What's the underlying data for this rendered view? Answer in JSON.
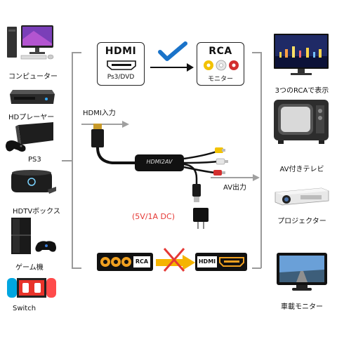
{
  "left_devices": [
    {
      "label": "コンピューター",
      "icon": "computer-icon"
    },
    {
      "label": "HDプレーヤー",
      "icon": "hd-player-icon"
    },
    {
      "label": "PS3",
      "icon": "ps3-console-icon"
    },
    {
      "label": "HDTVボックス",
      "icon": "hdtv-box-icon"
    },
    {
      "label": "ゲーム機",
      "icon": "game-console-icon"
    },
    {
      "label": "Switch",
      "icon": "switch-console-icon"
    }
  ],
  "right_devices": [
    {
      "label": "3つのRCAで表示",
      "icon": "flat-tv-icon"
    },
    {
      "label": "AV付きテレビ",
      "icon": "crt-tv-icon"
    },
    {
      "label": "プロジェクター",
      "icon": "projector-icon"
    },
    {
      "label": "車載モニター",
      "icon": "car-monitor-icon"
    }
  ],
  "hdmi_card": {
    "logo": "HDMI",
    "sub": "Ps3/DVD"
  },
  "rca_card": {
    "logo": "RCA",
    "sub": "モニター"
  },
  "hdmi_input_label": "HDMI入力",
  "av_output_label": "AV出力",
  "adapter_text": "HDMI2AV",
  "power_label": "(5V/1A DC)",
  "bottom": {
    "rca_tag": "RCA",
    "hdmi_tag": "HDMI"
  },
  "colors": {
    "check": "#1a73c9",
    "cross": "#e53935",
    "arrow_orange": "#f5b400",
    "power_text": "#e53935",
    "rca_yellow": "#f2c200",
    "rca_white": "#e6e6e6",
    "rca_red": "#d32f2f",
    "hdmi_gold": "#f0a020"
  }
}
